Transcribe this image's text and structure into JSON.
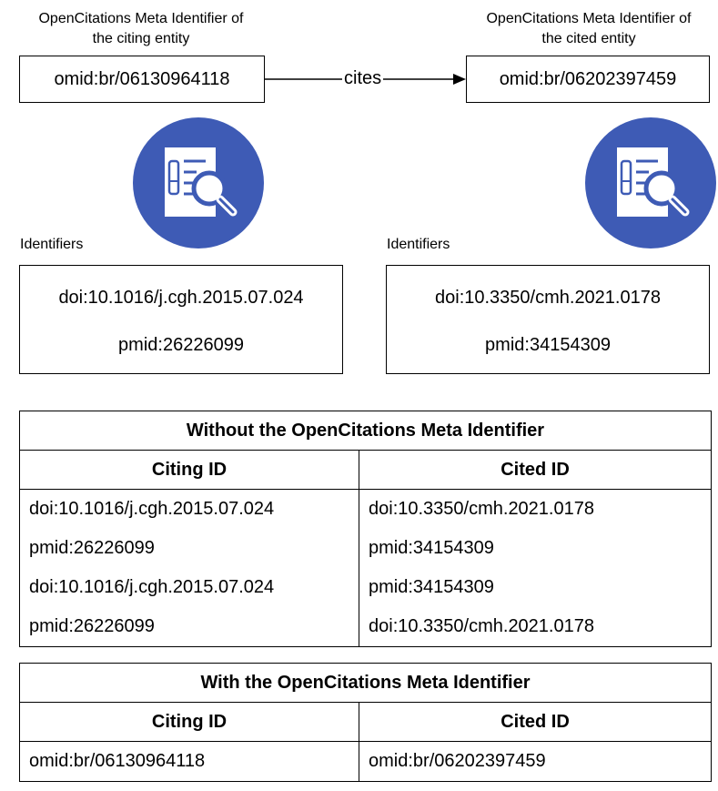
{
  "citing": {
    "caption_line1": "OpenCitations Meta Identifier of",
    "caption_line2": "the citing entity",
    "omid": "omid:br/06130964118",
    "identifiers_label": "Identifiers",
    "identifiers": [
      "doi:10.1016/j.cgh.2015.07.024",
      "pmid:26226099"
    ]
  },
  "cited": {
    "caption_line1": "OpenCitations Meta Identifier of",
    "caption_line2": "the cited entity",
    "omid": "omid:br/06202397459",
    "identifiers_label": "Identifiers",
    "identifiers": [
      "doi:10.3350/cmh.2021.0178",
      "pmid:34154309"
    ]
  },
  "relation_label": "cites",
  "icons": {
    "citing_icon": "document-search-icon",
    "cited_icon": "document-search-icon",
    "circle_color": "#3e5bb5"
  },
  "table_without": {
    "title": "Without the OpenCitations Meta Identifier",
    "headers": [
      "Citing ID",
      "Cited ID"
    ],
    "rows": [
      [
        "doi:10.1016/j.cgh.2015.07.024",
        "doi:10.3350/cmh.2021.0178"
      ],
      [
        "pmid:26226099",
        "pmid:34154309"
      ],
      [
        "doi:10.1016/j.cgh.2015.07.024",
        "pmid:34154309"
      ],
      [
        "pmid:26226099",
        "doi:10.3350/cmh.2021.0178"
      ]
    ]
  },
  "table_with": {
    "title": "With the OpenCitations Meta Identifier",
    "headers": [
      "Citing ID",
      "Cited ID"
    ],
    "rows": [
      [
        "omid:br/06130964118",
        "omid:br/06202397459"
      ]
    ]
  }
}
